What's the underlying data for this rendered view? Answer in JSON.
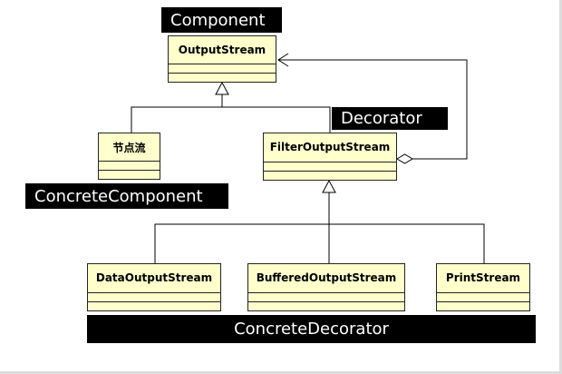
{
  "classes": {
    "output_stream": "OutputStream",
    "node_stream": "节点流",
    "filter_output_stream": "FilterOutputStream",
    "data_output_stream": "DataOutputStream",
    "buffered_output_stream": "BufferedOutputStream",
    "print_stream": "PrintStream"
  },
  "labels": {
    "component": "Component",
    "decorator": "Decorator",
    "concrete_component": "ConcreteComponent",
    "concrete_decorator": "ConcreteDecorator"
  },
  "colors": {
    "class_fill": "#ffffcc",
    "line": "#000000",
    "label_bg": "#000000",
    "label_text": "#ffffff"
  }
}
